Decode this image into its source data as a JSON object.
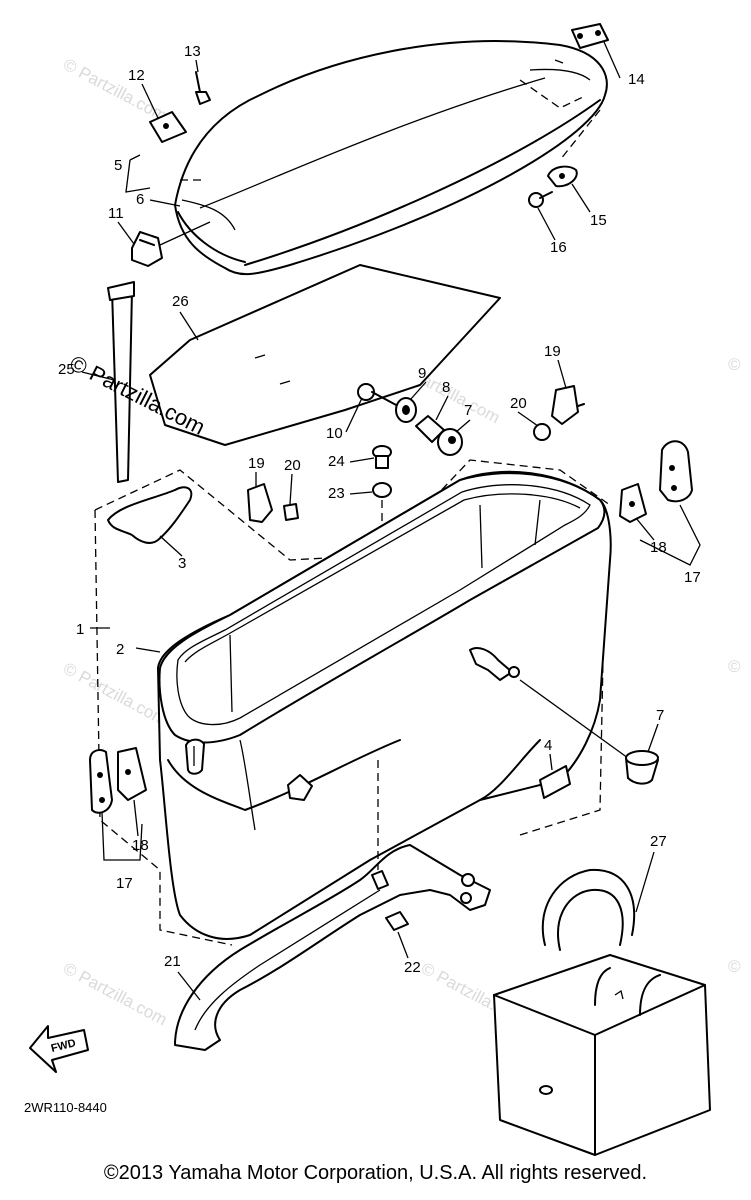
{
  "callouts": [
    {
      "id": "c13",
      "text": "13"
    },
    {
      "id": "c12",
      "text": "12"
    },
    {
      "id": "c14",
      "text": "14"
    },
    {
      "id": "c5",
      "text": "5"
    },
    {
      "id": "c6",
      "text": "6"
    },
    {
      "id": "c11",
      "text": "11"
    },
    {
      "id": "c15",
      "text": "15"
    },
    {
      "id": "c16",
      "text": "16"
    },
    {
      "id": "c26",
      "text": "26"
    },
    {
      "id": "c25",
      "text": "25"
    },
    {
      "id": "c19a",
      "text": "19"
    },
    {
      "id": "c9",
      "text": "9"
    },
    {
      "id": "c8",
      "text": "8"
    },
    {
      "id": "c20a",
      "text": "20"
    },
    {
      "id": "c10",
      "text": "10"
    },
    {
      "id": "c7a",
      "text": "7"
    },
    {
      "id": "c24",
      "text": "24"
    },
    {
      "id": "c19b",
      "text": "19"
    },
    {
      "id": "c20b",
      "text": "20"
    },
    {
      "id": "c23",
      "text": "23"
    },
    {
      "id": "c3",
      "text": "3"
    },
    {
      "id": "c18a",
      "text": "18"
    },
    {
      "id": "c17a",
      "text": "17"
    },
    {
      "id": "c1",
      "text": "1"
    },
    {
      "id": "c2",
      "text": "2"
    },
    {
      "id": "c7b",
      "text": "7"
    },
    {
      "id": "c4",
      "text": "4"
    },
    {
      "id": "c18b",
      "text": "18"
    },
    {
      "id": "c17b",
      "text": "17"
    },
    {
      "id": "c27",
      "text": "27"
    },
    {
      "id": "c21",
      "text": "21"
    },
    {
      "id": "c22",
      "text": "22"
    }
  ],
  "watermark": {
    "text": "© Partzilla.com"
  },
  "fwd_label": "FWD",
  "diagram_code": "2WR110-8440",
  "copyright": "©2013 Yamaha Motor Corporation, U.S.A. All rights reserved."
}
